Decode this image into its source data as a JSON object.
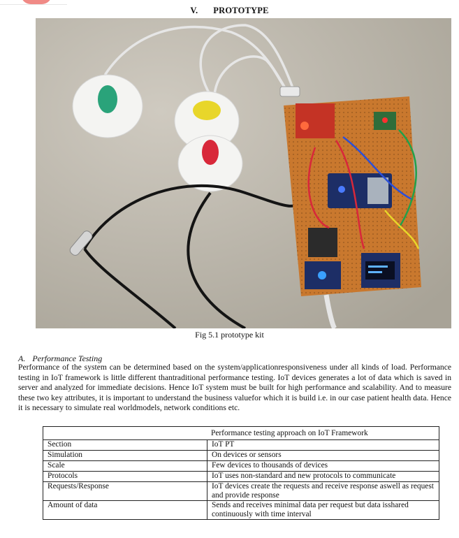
{
  "header": {
    "section_number": "V.",
    "section_title": "PROTOTYPE"
  },
  "figure": {
    "caption": "Fig 5.1 prototype kit",
    "description_icons": [
      "ecg-electrode-icon",
      "temperature-probe-icon",
      "circuit-board-icon",
      "oled-display-icon"
    ]
  },
  "subsection": {
    "letter": "A.",
    "title": "Performance Testing",
    "paragraph": "Performance of the system can be determined based on the system/applicationresponsiveness under all kinds of load. Performance testing in IoT framework is little different thantraditional performance testing. IoT devices generates a lot of data which is saved in server and analyzed for immediate decisions. Hence IoT system must be built for high performance and scalability. And to measure these two key attributes, it is important to understand the business valuefor which it is build i.e. in our case patient health data. Hence it is necessary to simulate real worldmodels, network conditions etc."
  },
  "table": {
    "caption": "Performance testing approach on IoT Framework",
    "rows": [
      [
        "Section",
        "IoT PT"
      ],
      [
        "Simulation",
        "On devices or sensors"
      ],
      [
        "Scale",
        "Few devices to thousands of devices"
      ],
      [
        "Protocols",
        "IoT uses non-standard and new protocols to communicate"
      ],
      [
        "Requests/Response",
        "IoT devices create the requests and receive response aswell as request and provide response"
      ],
      [
        "Amount of data",
        "Sends and receives minimal data per request but data isshared continuously with time interval"
      ]
    ]
  },
  "colors": {
    "pcb": "#c9782e",
    "electrode_green": "#2aa37a",
    "electrode_yellow": "#e8d62a",
    "electrode_red": "#d8283a",
    "board_blue": "#1d2e66"
  }
}
